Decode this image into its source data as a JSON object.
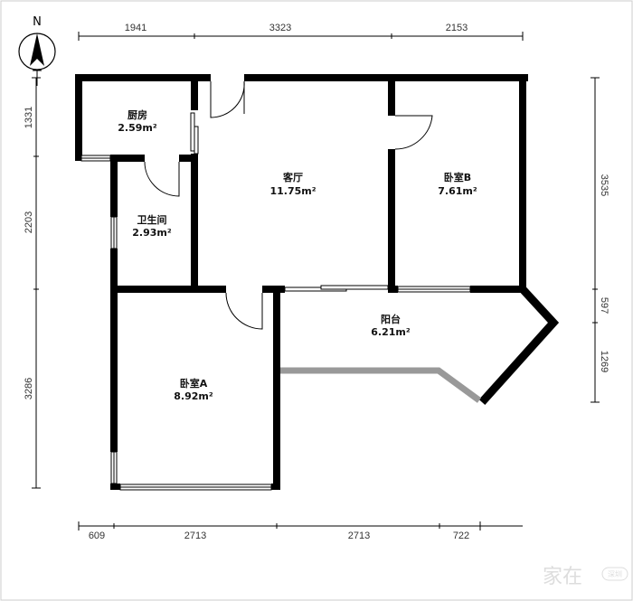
{
  "compass": {
    "label": "N"
  },
  "dimensions": {
    "top": [
      "1941",
      "3323",
      "2153"
    ],
    "bottom": [
      "609",
      "2713",
      "2713",
      "722"
    ],
    "left": [
      "1331",
      "2203",
      "3286"
    ],
    "right": [
      "3535",
      "597",
      "1269"
    ]
  },
  "rooms": [
    {
      "name": "厨房",
      "area": "2.59m²"
    },
    {
      "name": "卫生间",
      "area": "2.93m²"
    },
    {
      "name": "客厅",
      "area": "11.75m²"
    },
    {
      "name": "卧室B",
      "area": "7.61m²"
    },
    {
      "name": "阳台",
      "area": "6.21m²"
    },
    {
      "name": "卧室A",
      "area": "8.92m²"
    }
  ],
  "watermark": {
    "main": "家在",
    "badge": "深圳"
  },
  "colors": {
    "wall": "#000000",
    "parapet": "#999999"
  }
}
